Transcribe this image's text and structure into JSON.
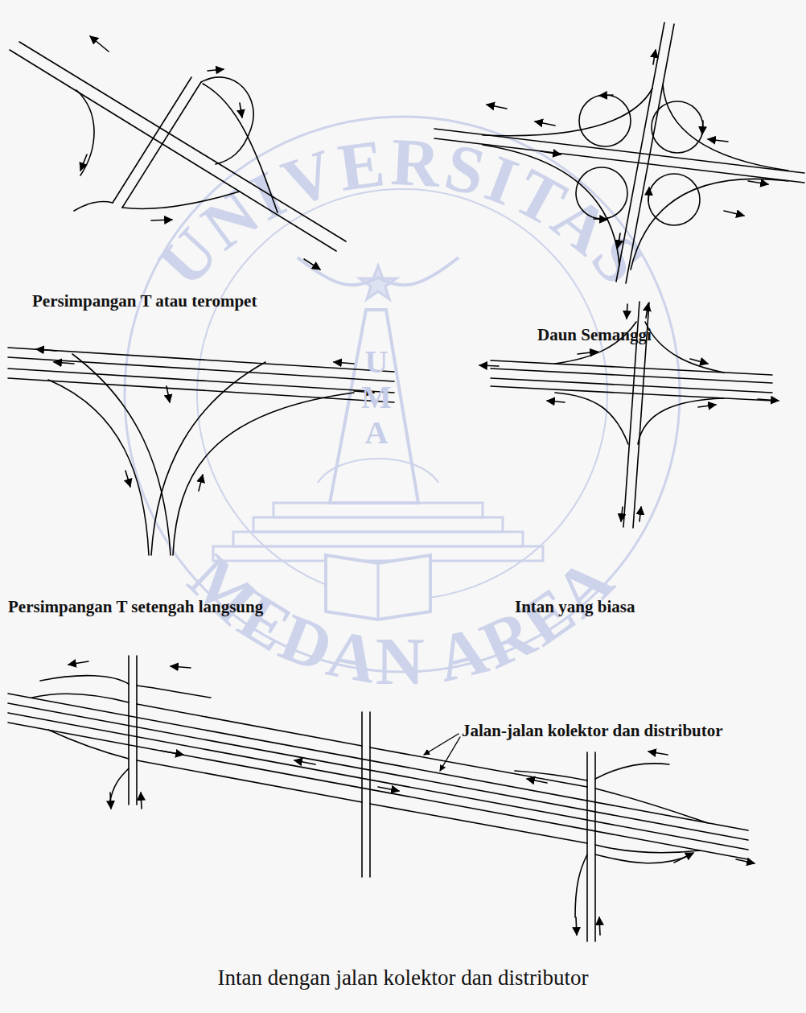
{
  "diagram": {
    "labels": [
      "UNIVERSITAS",
      "Persimpangan T atau terompet",
      "Daun Semanggi",
      "UMA",
      "Persimpangan T setengah langsung",
      "Intan yang biasa",
      "MEDAN AREA",
      "Jalan-jalan kolektor dan distributor",
      "Intan dengan jalan kolektor dan distributor"
    ]
  }
}
